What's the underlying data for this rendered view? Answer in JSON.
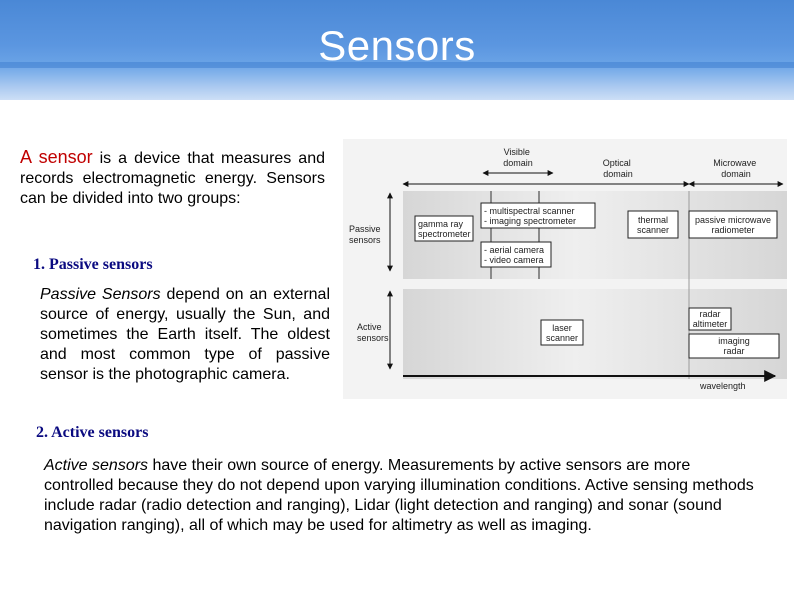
{
  "slide": {
    "title": "Sensors",
    "intro_highlight": "A sensor",
    "intro_rest": " is a device that measures and records electromagnetic energy. Sensors can be divided into two groups:",
    "passive_heading": "1. Passive sensors",
    "passive_em": "Passive Sensors",
    "passive_rest": " depend on an external source of energy, usually the Sun, and sometimes the Earth itself. The oldest and most common type of passive sensor is the photographic camera.",
    "active_heading": "2. Active sensors",
    "active_em": "Active sensors",
    "active_rest": " have their own source of energy. Measurements by active sensors are more controlled because they do not depend upon varying illumination conditions. Active sensing methods include radar (radio detection and ranging), Lidar (light detection and ranging) and sonar (sound navigation ranging), all of which may be used for altimetry as well as imaging."
  },
  "figure": {
    "domains": {
      "visible": [
        "Visible",
        "domain"
      ],
      "optical": [
        "Optical",
        "domain"
      ],
      "microwave": [
        "Microwave",
        "domain"
      ]
    },
    "rows": {
      "passive": [
        "Passive",
        "sensors"
      ],
      "active": [
        "Active",
        "sensors"
      ]
    },
    "boxes": {
      "gamma": [
        "gamma ray",
        "spectrometer"
      ],
      "multispectral": [
        "- multispectral scanner",
        "- imaging spectrometer"
      ],
      "aerial": [
        "- aerial camera",
        "- video camera"
      ],
      "thermal": [
        "thermal",
        "scanner"
      ],
      "passive_microwave": [
        "passive microwave",
        "radiometer"
      ],
      "laser": [
        "laser",
        "scanner"
      ],
      "radar_altimeter": [
        "radar",
        "altimeter"
      ],
      "imaging_radar": [
        "imaging",
        "radar"
      ]
    },
    "axis_label": "wavelength"
  }
}
